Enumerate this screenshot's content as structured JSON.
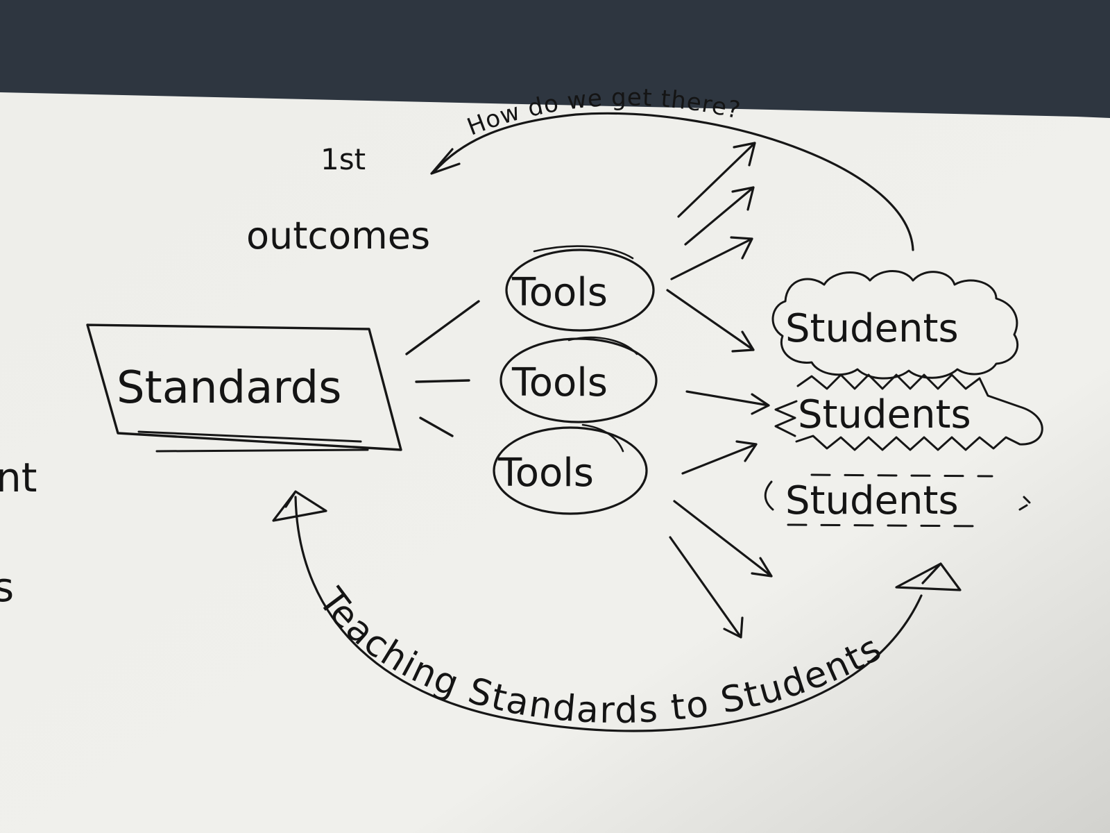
{
  "colors": {
    "background_surface": "#2e3640",
    "paper": "#eeeeea",
    "ink": "#161616"
  },
  "labels": {
    "top_arc": "How do we get there?",
    "first": "1st",
    "outcomes": "outcomes",
    "standards": "Standards",
    "tool_1": "Tools",
    "tool_2": "Tools",
    "tool_3": "Tools",
    "student_1": "Students",
    "student_2": "Students",
    "student_3": "Students",
    "bottom_arc": "Teaching Standards to Students",
    "cut_text_1": "nt",
    "cut_text_2": "s"
  }
}
